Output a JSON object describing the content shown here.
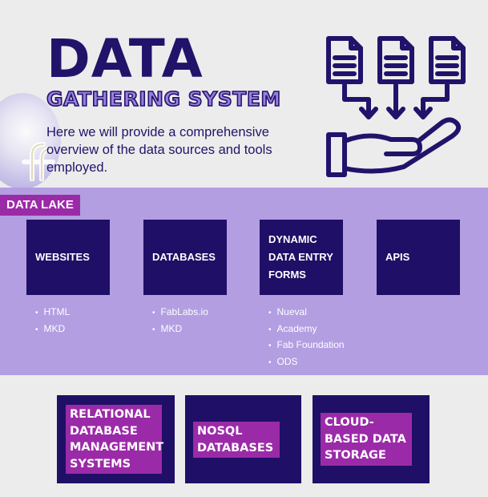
{
  "header": {
    "title": "DATA",
    "subtitle": "GATHERING SYSTEM",
    "intro": "Here we will provide a comprehensive overview of the data sources and tools employed."
  },
  "data_lake": {
    "label": "DATA LAKE",
    "sources": [
      {
        "title": "WEBSITES",
        "items": [
          "HTML",
          "MKD"
        ]
      },
      {
        "title": "DATABASES",
        "items": [
          "FabLabs.io",
          "MKD"
        ]
      },
      {
        "title": "DYNAMIC DATA ENTRY FORMS",
        "items": [
          "Nueval",
          "Academy",
          "Fab Foundation",
          "ODS"
        ]
      },
      {
        "title": "APIS",
        "items": []
      }
    ]
  },
  "storage": [
    {
      "label": "RELATIONAL DATABASE MANAGEMENT SYSTEMS"
    },
    {
      "label": "NOSQL DATABASES"
    },
    {
      "label": "CLOUD-BASED DATA STORAGE"
    }
  ],
  "colors": {
    "navy": "#1f0f66",
    "lavender": "#b29ee1",
    "magenta": "#9b2aa8",
    "background": "#ececec"
  },
  "icons": {
    "hero": "documents-into-hand-icon",
    "decor": "glass-orb-icon"
  }
}
